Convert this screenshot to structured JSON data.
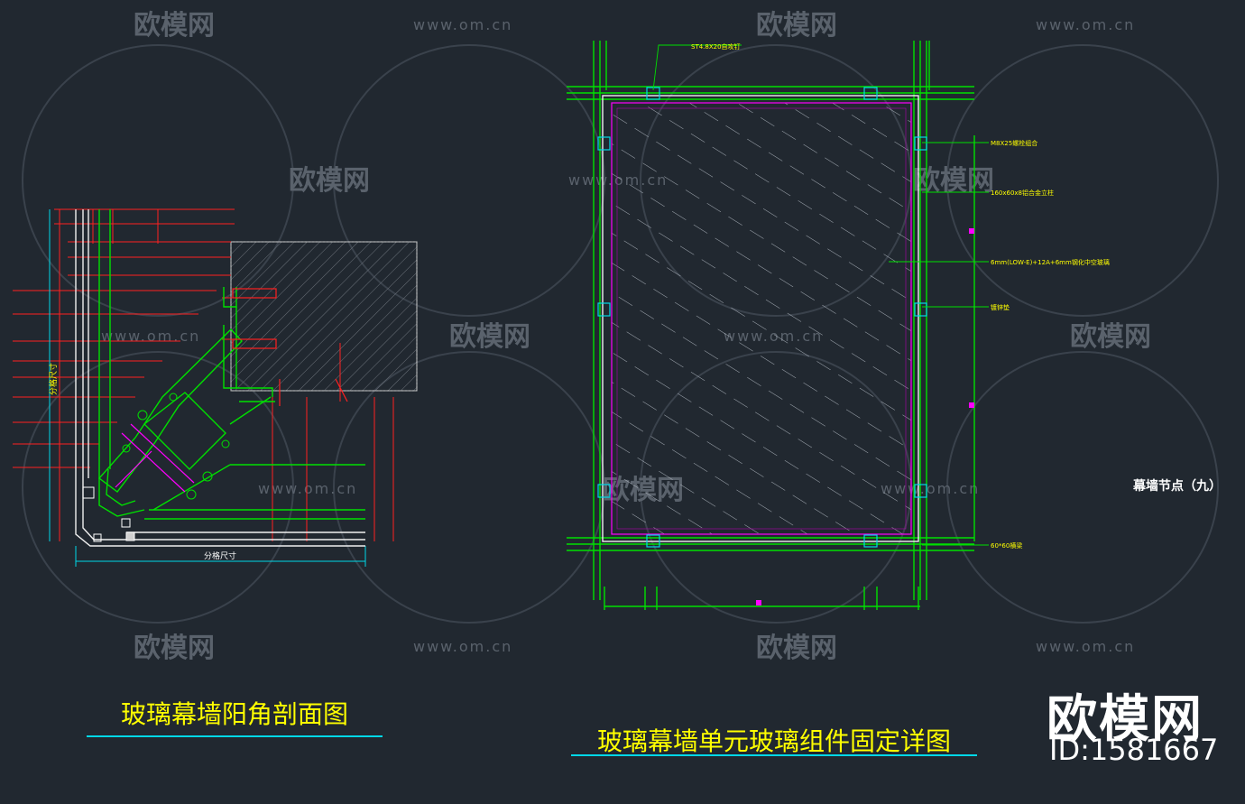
{
  "drawing": {
    "left_title": "玻璃幕墙阳角剖面图",
    "right_title": "玻璃幕墙单元玻璃组件固定详图",
    "node_label": "幕墙节点（九）"
  },
  "left_section": {
    "dim_vertical": "分格尺寸",
    "dim_horizontal": "分格尺寸"
  },
  "right_detail": {
    "top_callout": "ST4.8X20自攻钉",
    "callouts": [
      "M8X25螺栓组合",
      "160x60x8铝合金立柱",
      "6mm(LOW-E)+12A+6mm钢化中空玻璃",
      "镀锌垫",
      "60*60横梁"
    ]
  },
  "watermark": {
    "brand": "欧模网",
    "url": "www.om.cn",
    "id": "ID:1581667"
  },
  "colors": {
    "background": "#212830",
    "green": "#00e000",
    "red": "#ff2020",
    "magenta": "#ff00ff",
    "yellow": "#ffff00",
    "cyan": "#00d8e8",
    "white": "#ffffff"
  }
}
